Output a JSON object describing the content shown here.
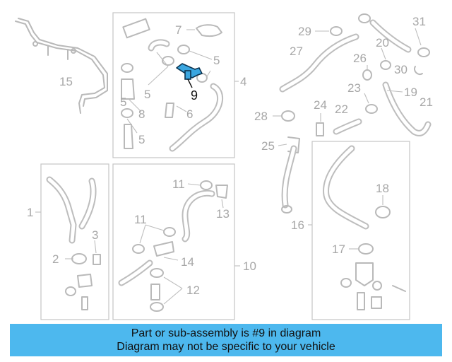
{
  "diagram": {
    "highlight": {
      "label": "9",
      "color": "#3aa6e0"
    },
    "callouts": {
      "n1": "1",
      "n2": "2",
      "n3": "3",
      "n4": "4",
      "n5a": "5",
      "n5b": "5",
      "n5c": "5",
      "n5d": "5",
      "n6": "6",
      "n7": "7",
      "n8": "8",
      "n10": "10",
      "n11a": "11",
      "n11b": "11",
      "n12": "12",
      "n13": "13",
      "n14": "14",
      "n15": "15",
      "n16": "16",
      "n17": "17",
      "n18": "18",
      "n19": "19",
      "n20": "20",
      "n21": "21",
      "n22": "22",
      "n23": "23",
      "n24": "24",
      "n25": "25",
      "n26": "26",
      "n27": "27",
      "n28": "28",
      "n29": "29",
      "n30": "30",
      "n31": "31"
    }
  },
  "banner": {
    "line1": "Part or sub-assembly is #9 in diagram",
    "line2": "Diagram may not be specific to your vehicle",
    "color": "#4db8ee"
  }
}
